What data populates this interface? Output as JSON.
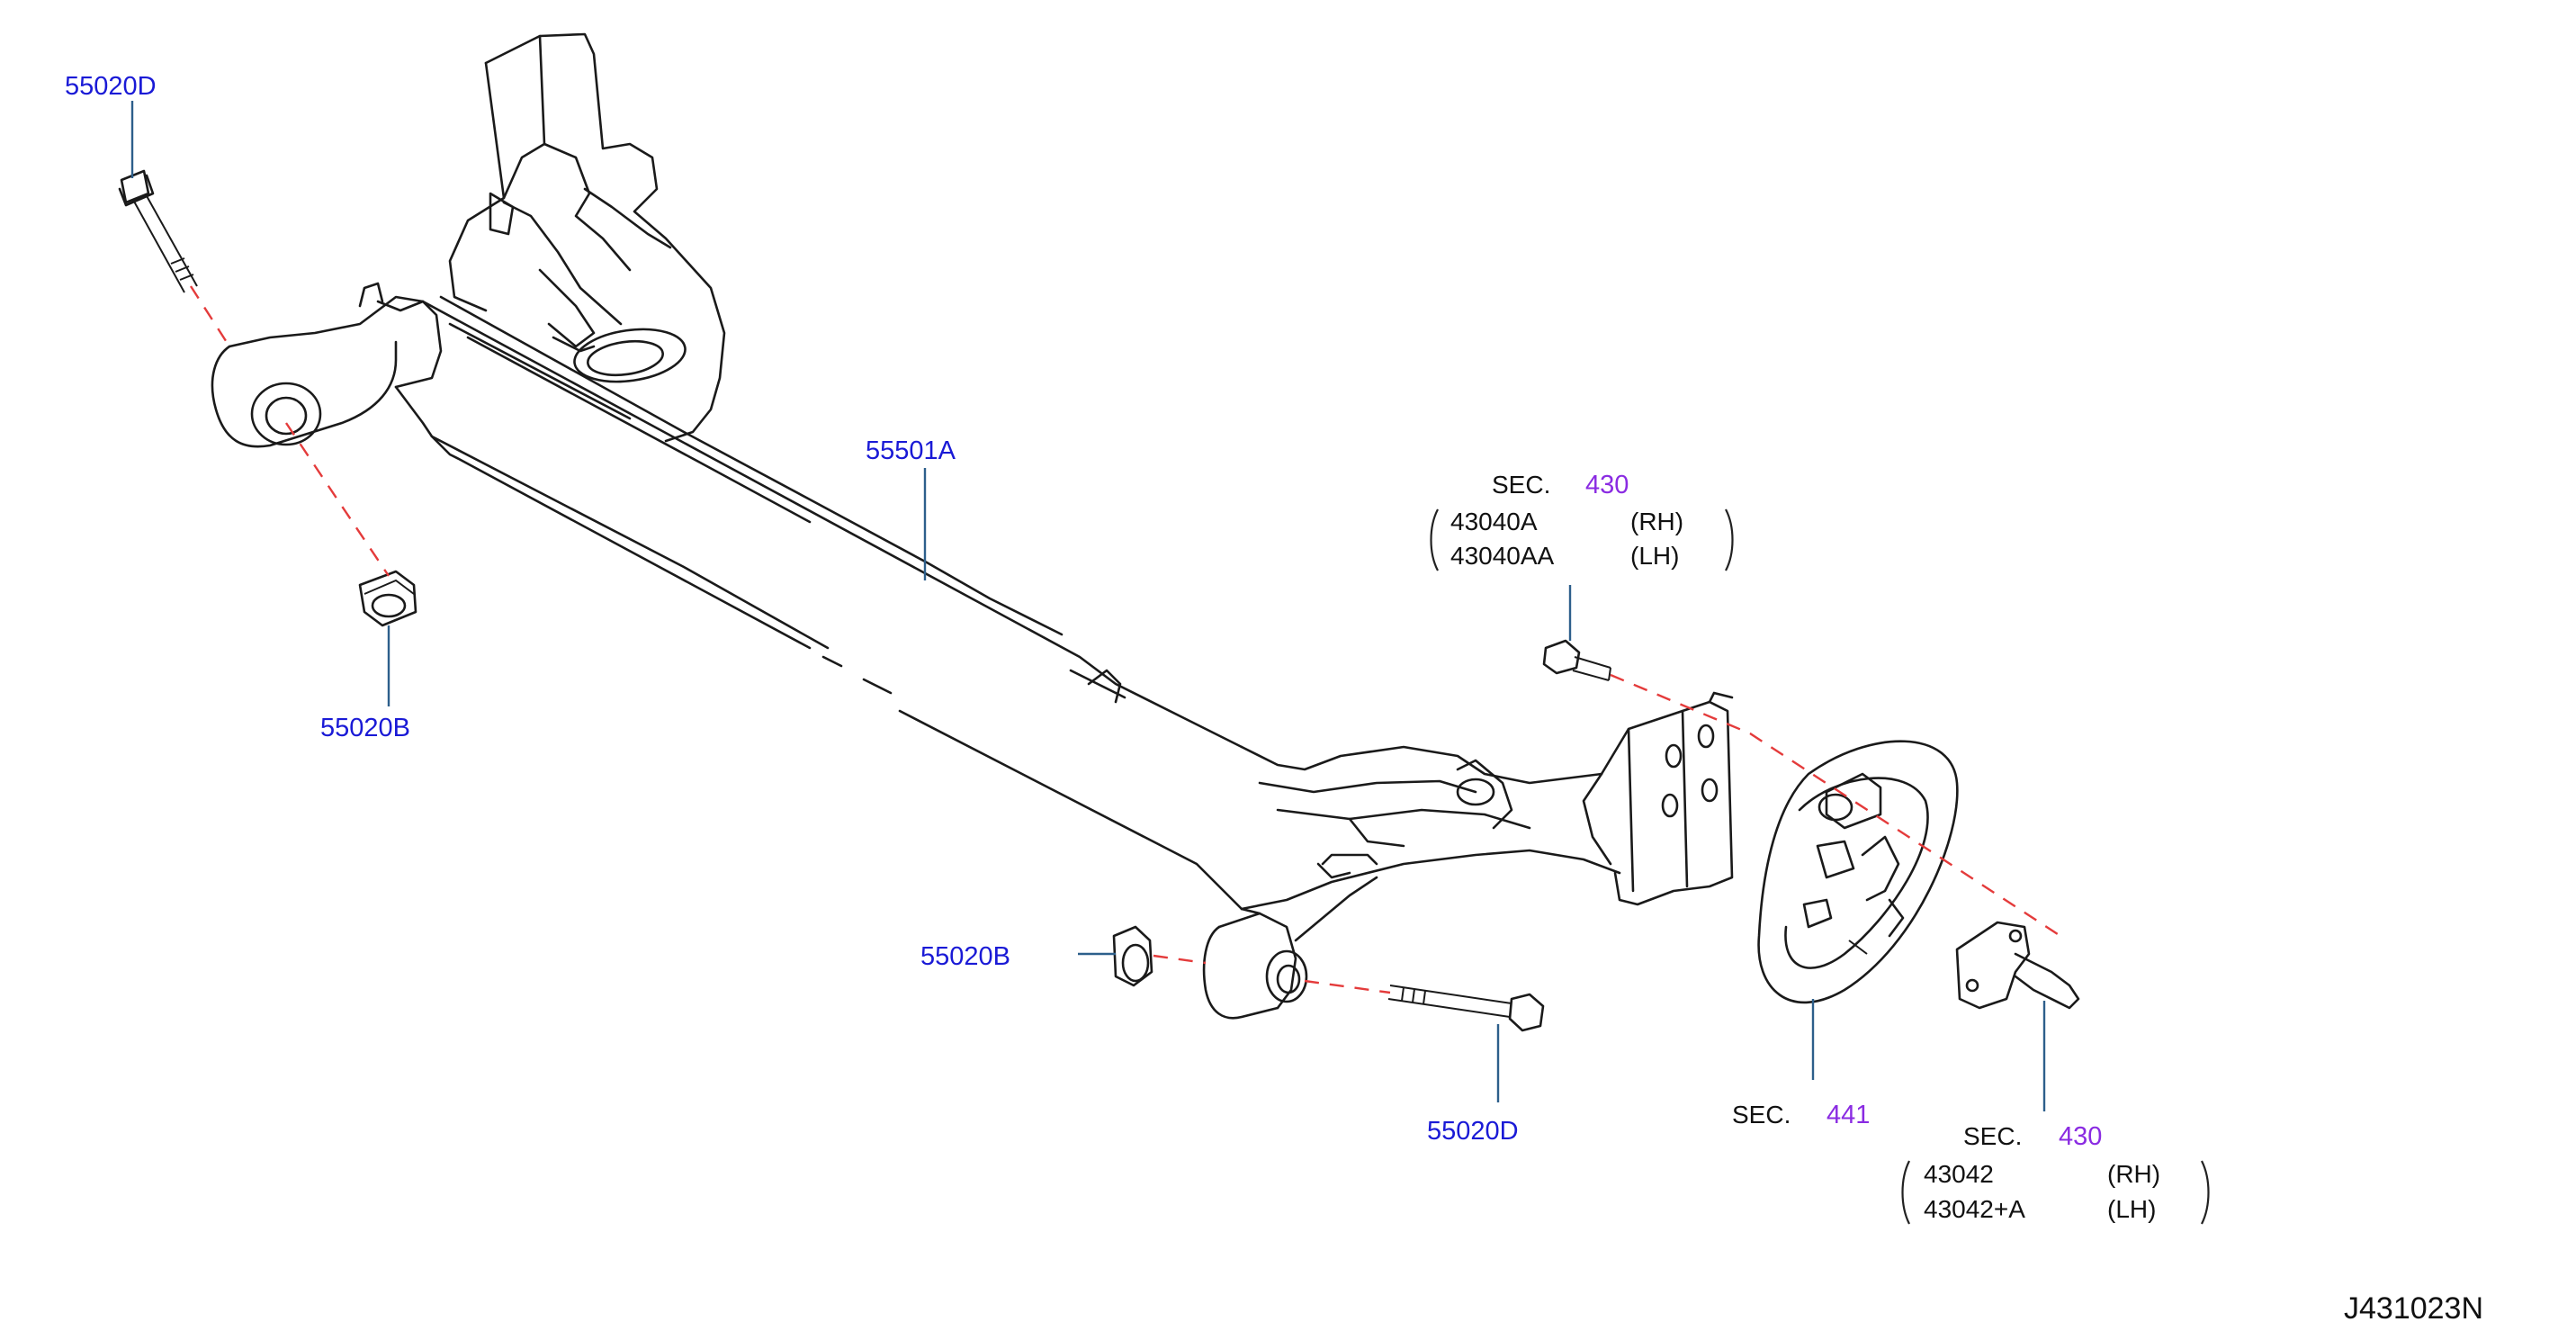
{
  "colors": {
    "part_number": "#1a1ad6",
    "section_number": "#8a2be2",
    "leader_line": "#2d5f8b",
    "center_dash": "#e43b3b",
    "drawing": "#1a1a1a",
    "text": "#111111"
  },
  "callouts": {
    "bolt_left_top": "55020D",
    "nut_left": "55020B",
    "axle_beam": "55501A",
    "nut_right": "55020B",
    "bolt_right": "55020D"
  },
  "sec_hub_bolt": {
    "sec": "SEC.",
    "sec_num": "430",
    "rows": [
      {
        "part": "43040A",
        "side": "(RH)"
      },
      {
        "part": "43040AA",
        "side": "(LH)"
      }
    ]
  },
  "sec_brake": {
    "sec": "SEC.",
    "sec_num": "441"
  },
  "sec_hub": {
    "sec": "SEC.",
    "sec_num": "430",
    "rows": [
      {
        "part": "43042",
        "side": "(RH)"
      },
      {
        "part": "43042+A",
        "side": "(LH)"
      }
    ]
  },
  "diagram_code": "J431023N"
}
